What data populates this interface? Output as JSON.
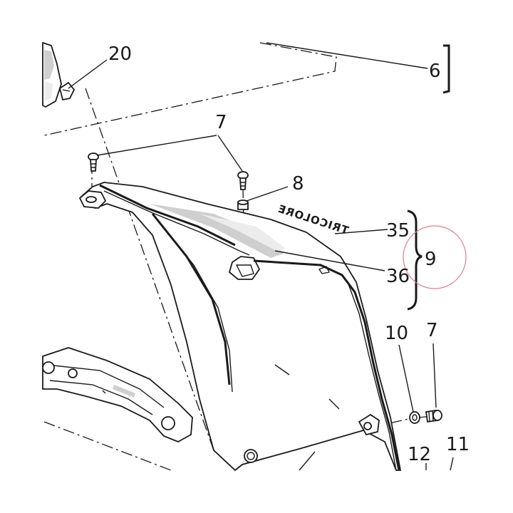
{
  "callouts": {
    "c20": "20",
    "c6": "6",
    "c7a": "7",
    "c8": "8",
    "c35": "35",
    "c9": "9",
    "c36": "36",
    "c10": "10",
    "c7b": "7",
    "c12": "12",
    "c11": "11"
  },
  "decal": {
    "text": "TRICOLORE"
  },
  "colors": {
    "line": "#1a1a1a",
    "highlight_circle": "#d9808a",
    "shade": "#cfcfcf"
  }
}
